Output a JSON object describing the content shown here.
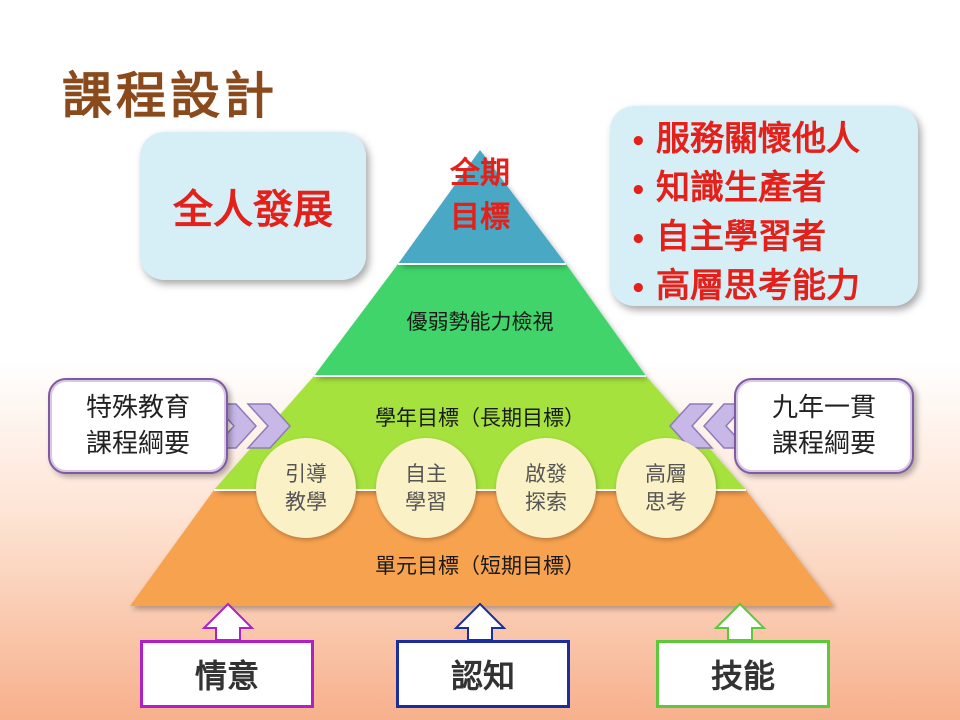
{
  "title": "課程設計",
  "whole_person": "全人發展",
  "traits": [
    "服務關懷他人",
    "知識生產者",
    "自主學習者",
    "高層思考能力"
  ],
  "pyramid": {
    "apex_line1": "全期",
    "apex_line2": "目標",
    "tier2": "優弱勢能力檢視",
    "tier3": "學年目標（長期目標）",
    "tier4": "單元目標（短期目標）"
  },
  "circles": [
    {
      "line1": "引導",
      "line2": "教學"
    },
    {
      "line1": "自主",
      "line2": "學習"
    },
    {
      "line1": "啟發",
      "line2": "探索"
    },
    {
      "line1": "高層",
      "line2": "思考"
    }
  ],
  "left_box": {
    "line1": "特殊教育",
    "line2": "課程綱要"
  },
  "right_box": {
    "line1": "九年一貫",
    "line2": "課程綱要"
  },
  "bottom": {
    "affective": "情意",
    "cognitive": "認知",
    "skill": "技能"
  },
  "colors": {
    "title": "#8a4a1c",
    "accent_red": "#e4201a",
    "tier1": "#4aa8c4",
    "tier2": "#3fd46a",
    "tier3": "#a6e23c",
    "tier4": "#f7a24f",
    "affective": "#b020c8",
    "cognitive": "#1a2ea0",
    "skill": "#5cc83c"
  }
}
